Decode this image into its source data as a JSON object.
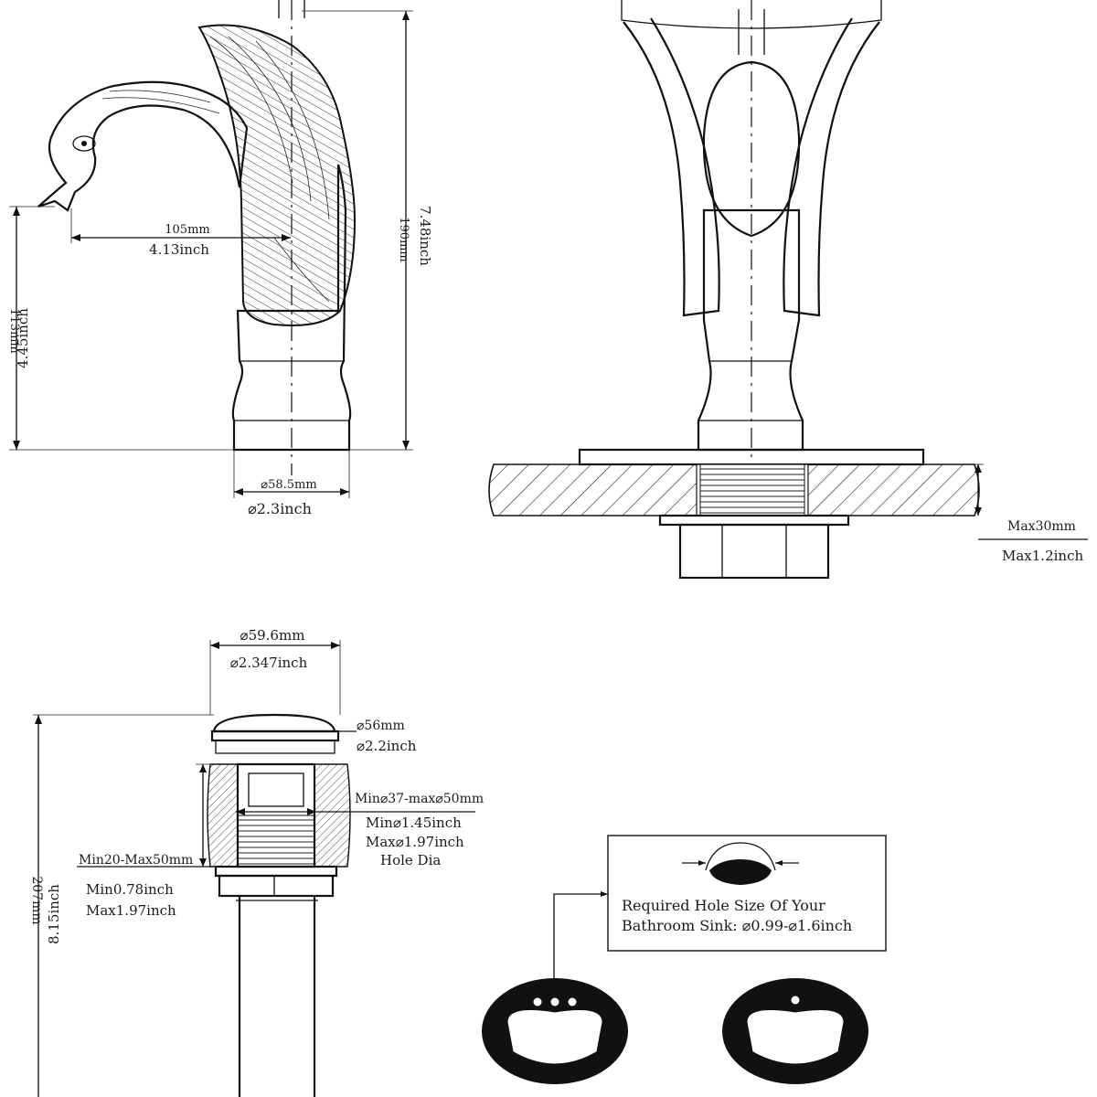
{
  "faucet": {
    "spout_reach_mm": "105mm",
    "spout_reach_inch": "4.13inch",
    "total_height_mm": "190mm",
    "total_height_inch": "7.48inch",
    "spout_height_mm": "113mm",
    "spout_height_inch": "4.45inch",
    "base_dia_mm": "⌀58.5mm",
    "base_dia_inch": "⌀2.3inch"
  },
  "countertop": {
    "max_thickness_mm": "Max30mm",
    "max_thickness_inch": "Max1.2inch"
  },
  "drain": {
    "cap_dia_mm": "⌀59.6mm",
    "cap_dia_inch": "⌀2.347inch",
    "flange_dia_mm": "⌀56mm",
    "flange_dia_inch": "⌀2.2inch",
    "hole_mm": "Min⌀37-max⌀50mm",
    "hole_min_inch": "Min⌀1.45inch",
    "hole_max_inch": "Max⌀1.97inch",
    "hole_label": "Hole Dia",
    "thickness_mm": "Min20-Max50mm",
    "thickness_min_inch": "Min0.78inch",
    "thickness_max_inch": "Max1.97inch",
    "height_mm": "207mm",
    "height_inch": "8.15inch"
  },
  "sink_note": {
    "line1": "Required Hole Size Of Your",
    "line2": "Bathroom Sink: ⌀0.99-⌀1.6inch"
  }
}
